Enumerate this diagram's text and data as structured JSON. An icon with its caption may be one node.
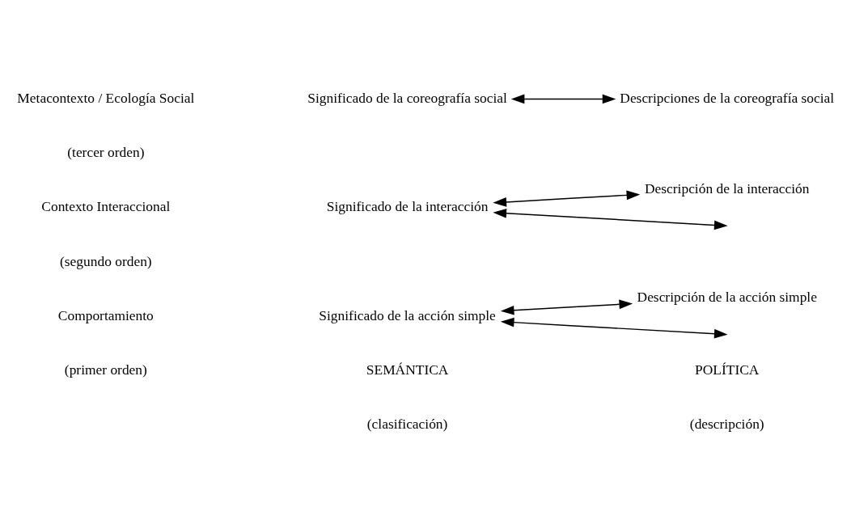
{
  "diagram": {
    "nodes": [
      {
        "text": [
          "Significado de la coreografía social"
        ]
      },
      {
        "text": [
          "Descripciones de la coreografía social"
        ]
      },
      {
        "text": [
          "Significado de la interacción"
        ]
      },
      {
        "text": [
          "Descripción de la interacción"
        ]
      },
      {
        "text": [
          "Significado de la acción simple"
        ]
      },
      {
        "text": [
          "Descripción de la acción simple"
        ]
      }
    ],
    "edges": [
      {
        "from": 0,
        "to": 1,
        "arrow": "both"
      },
      {
        "from": 2,
        "to": null,
        "arrow": "both"
      },
      {
        "from": 2,
        "to": 3,
        "arrow": "both"
      },
      {
        "from": 4,
        "to": null,
        "arrow": "both"
      },
      {
        "from": 4,
        "to": 5,
        "arrow": "both"
      }
    ],
    "labels": [
      "SEMÁNTICA",
      "POLÍTICA",
      "(clasificación)",
      "(descripción)",
      "Metacontexto / Ecología Social",
      "(tercer orden)",
      "Contexto Interaccional",
      "(segundo orden)",
      "Comportamiento",
      "(primer orden)"
    ]
  }
}
